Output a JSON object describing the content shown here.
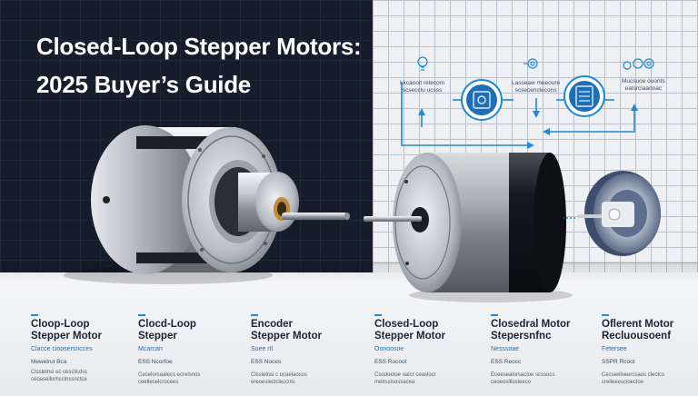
{
  "title": {
    "line1": "Closed-Loop Stepper Motors:",
    "line2": "2025 Buyer’s Guide"
  },
  "diagram_labels": [
    {
      "line1": "Lkcaoolt relecom",
      "line2": "scsecclu ucsss"
    },
    {
      "line1": "Lasseaw meeoure",
      "line2": "scsecenclecons"
    },
    {
      "line1": "Mucsuoe ouonts",
      "line2": "eatsrciaanoac"
    }
  ],
  "captions": [
    {
      "title": "Cloop-Loop\nStepper Motor",
      "subtitle": "Clacce cioosersncces",
      "spec": "Mewelrut Bca",
      "desc": "Clsslelnsi ec cesclicdsc\nceoasellorhcclnssnctce"
    },
    {
      "title": "Clocd-Loop\nStepper",
      "subtitle": "Mcarcan",
      "spec": "ESS Ncorfoe",
      "desc": "Cecelorsaalecs ecrelsnos\nceellecelcrocees"
    },
    {
      "title": "Encoder\nStepper Motor",
      "subtitle": "Soee rtl",
      "spec": "ESS Noces",
      "desc": "Clsslelnsi c ocaelaosss\nereoesleclcleccnls"
    },
    {
      "title": "Closed-Loop\nStepper Motor",
      "subtitle": "Oonoosoe",
      "spec": "ESS Rocoot",
      "desc": "Csodoetoe oalcr ceaslocr\nmelrsslsossacea"
    },
    {
      "title": "Closedral Motor\nStepersnfnc",
      "subtitle": "Nesssoae",
      "spec": "ESS Reocc",
      "desc": "Eceesealorsacloe scssocs\nceoeoslllosleeco"
    },
    {
      "title": "Oflerent Motor\nRecluousoenf",
      "subtitle": "Fetersee",
      "spec": "SSPR Rcoot",
      "desc": "Cecseelseercsaos cleolcs\ncrelieeescloecloe"
    }
  ],
  "accent_colors": {
    "blue": "#1f8ad6",
    "dark": "#151c2a",
    "grid": "#eef0f3"
  },
  "icons": [
    "lightbulb-icon",
    "bulb-gear-icon",
    "gear-cluster-icon",
    "circuit-chip-icon",
    "server-panel-icon"
  ]
}
